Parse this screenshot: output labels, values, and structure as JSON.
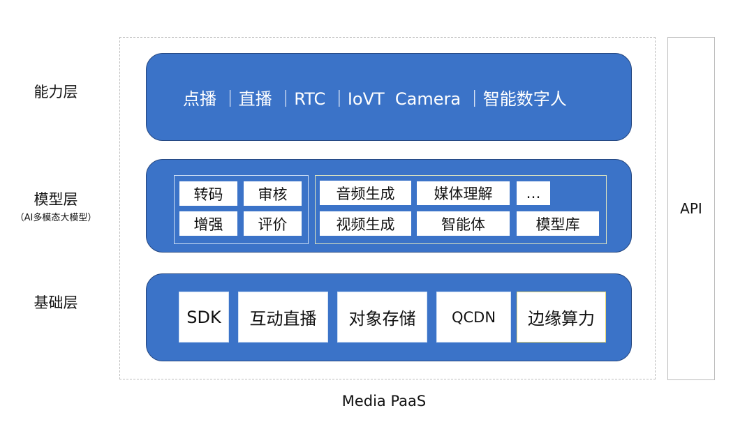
{
  "labels": {
    "capability": "能力层",
    "model": "模型层",
    "model_sub": "（AI多模态大模型）",
    "base": "基础层",
    "api": "API",
    "footer": "Media PaaS"
  },
  "capability_text": "点播 ｜直播 ｜RTC ｜IoVT  Camera ｜智能数字人",
  "model_left": [
    "转码",
    "审核",
    "增强",
    "评价"
  ],
  "model_right": [
    "音频生成",
    "媒体理解",
    "…",
    "视频生成",
    "智能体",
    "模型库"
  ],
  "base": [
    "SDK",
    "互动直播",
    "对象存储",
    "QCDN",
    "边缘算力"
  ],
  "colors": {
    "layer": "#3b73c8",
    "highlight_border": "#e8d870"
  }
}
